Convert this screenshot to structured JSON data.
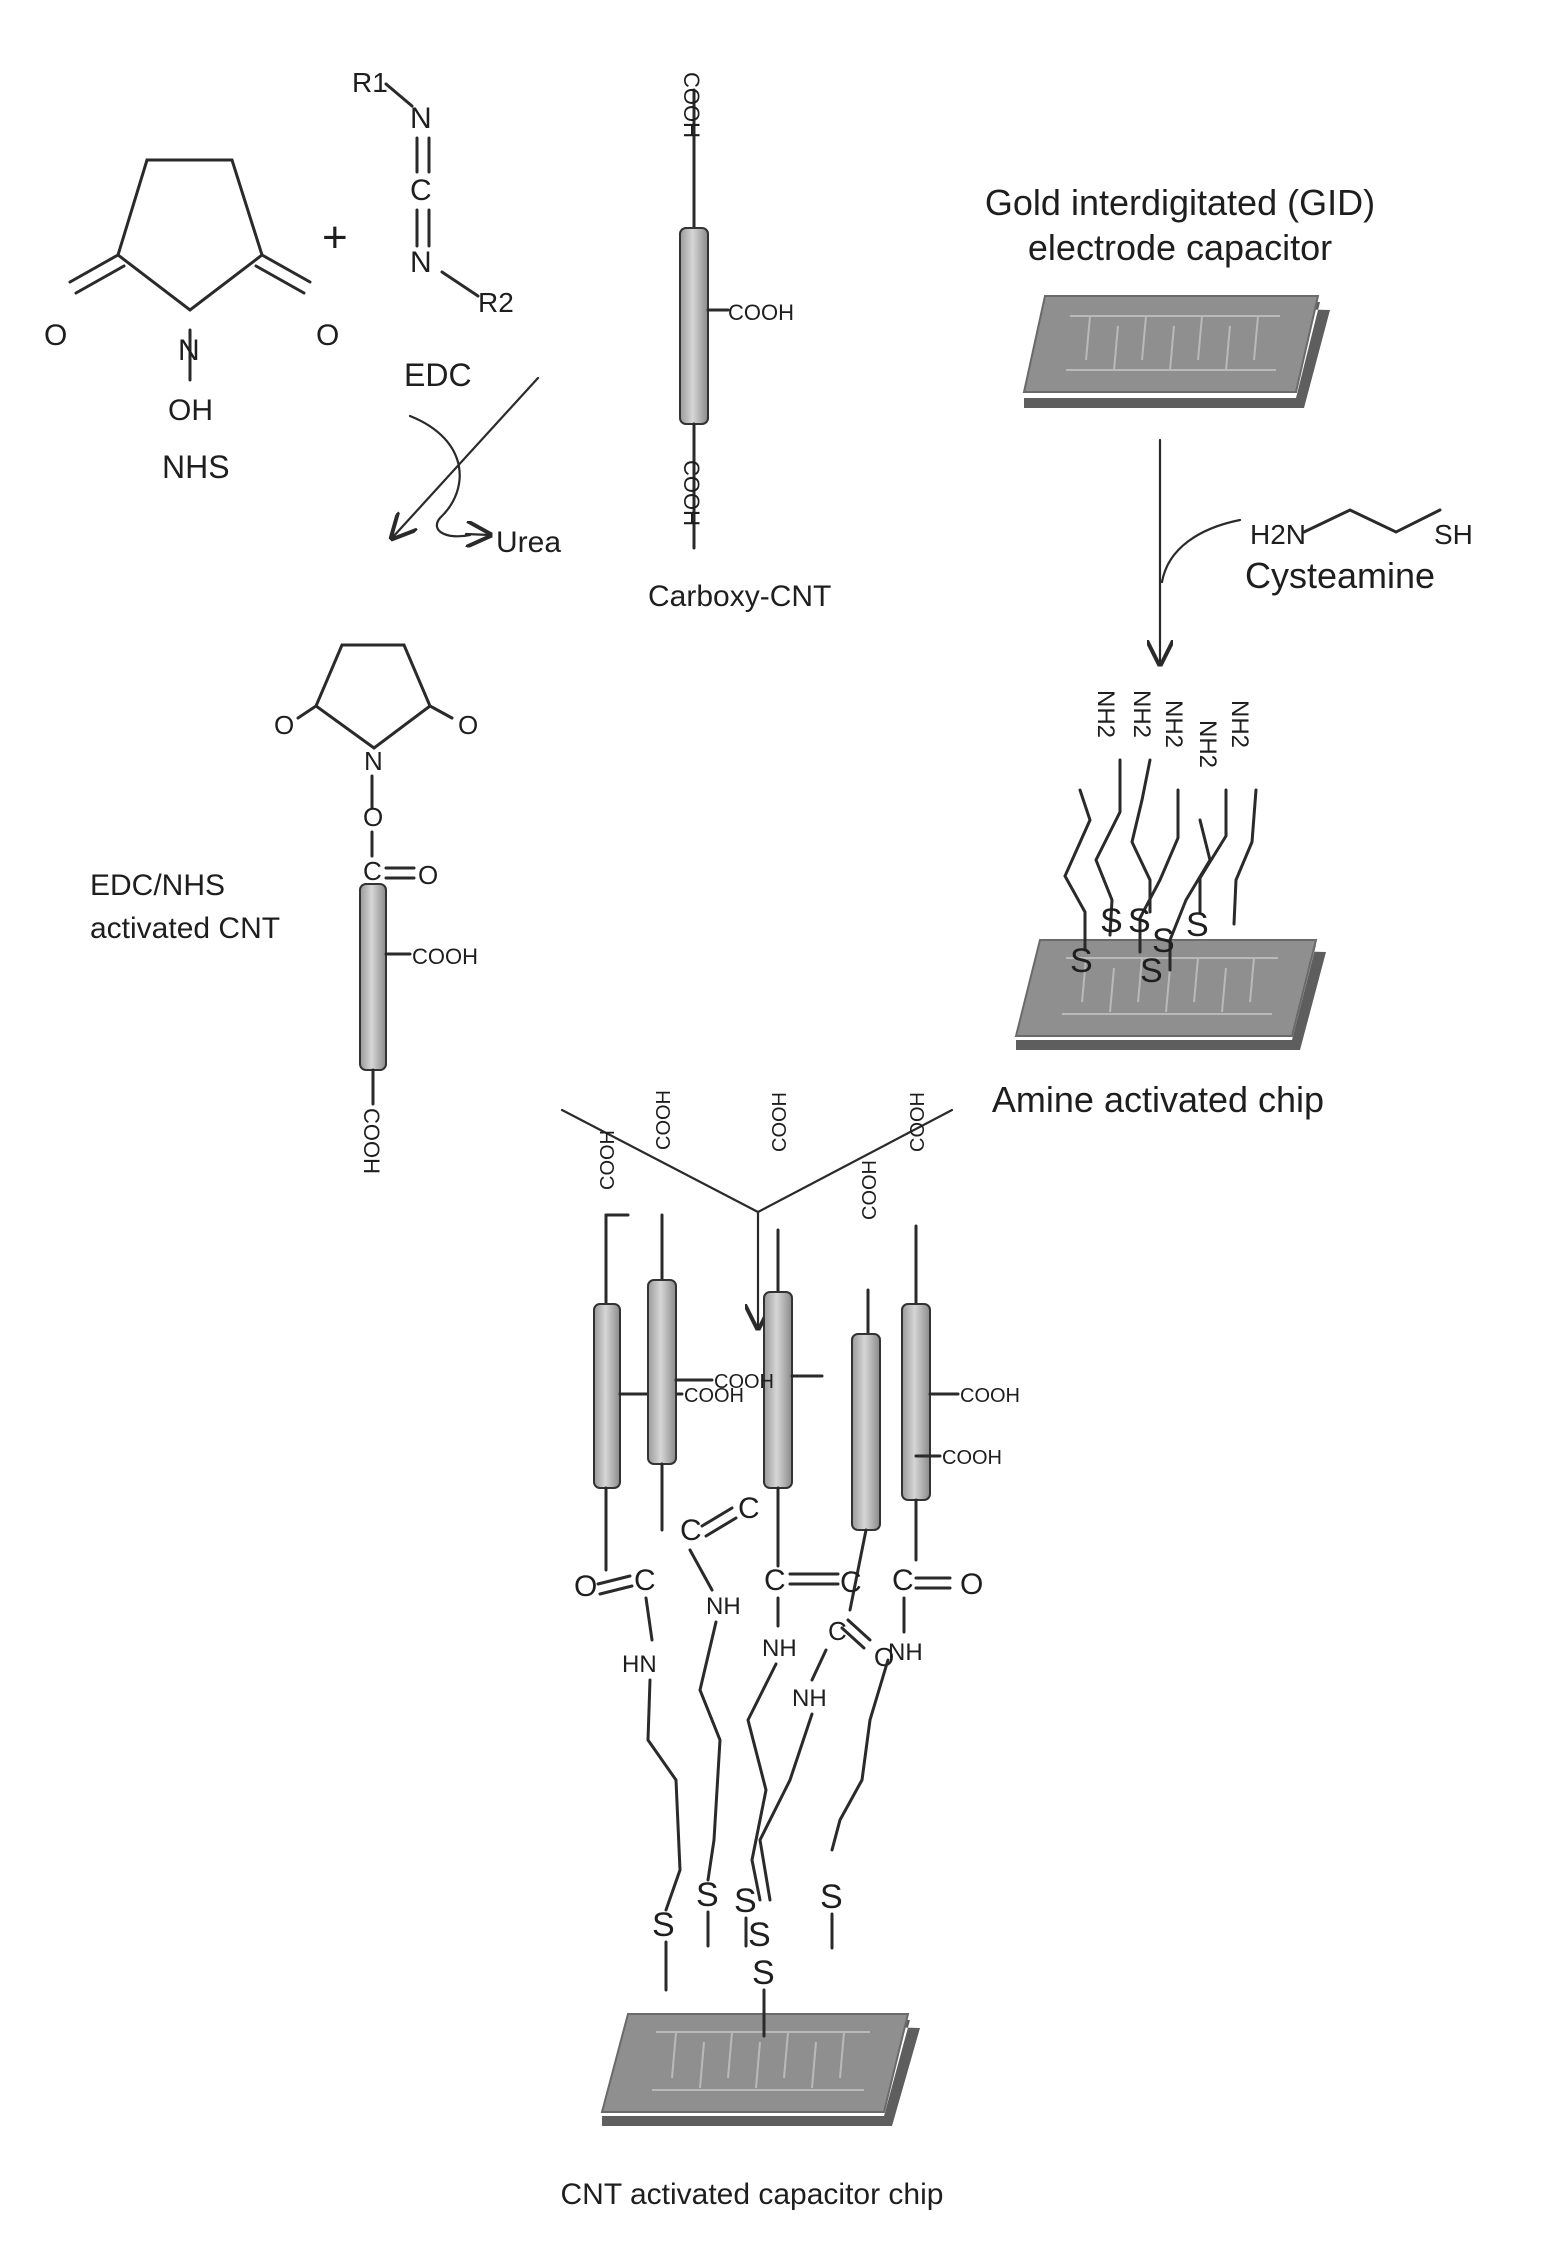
{
  "labels": {
    "nhs": "NHS",
    "edc": "EDC",
    "urea": "Urea",
    "carboxy_cnt": "Carboxy-CNT",
    "gid_line1": "Gold interdigitated (GID)",
    "gid_line2": "electrode capacitor",
    "cysteamine": "Cysteamine",
    "edc_nhs_line1": "EDC/NHS",
    "edc_nhs_line2": "activated CNT",
    "amine_chip": "Amine activated chip",
    "cnt_chip": "CNT activated capacitor chip",
    "plus": "+"
  },
  "atoms": {
    "o": "O",
    "n": "N",
    "c": "C",
    "s": "S",
    "oh": "OH",
    "nh": "NH",
    "hn": "HN",
    "h2n": "H2N",
    "sh": "SH",
    "r1": "R1",
    "r2": "R2",
    "cooh": "COOH",
    "nh2": "NH2"
  }
}
